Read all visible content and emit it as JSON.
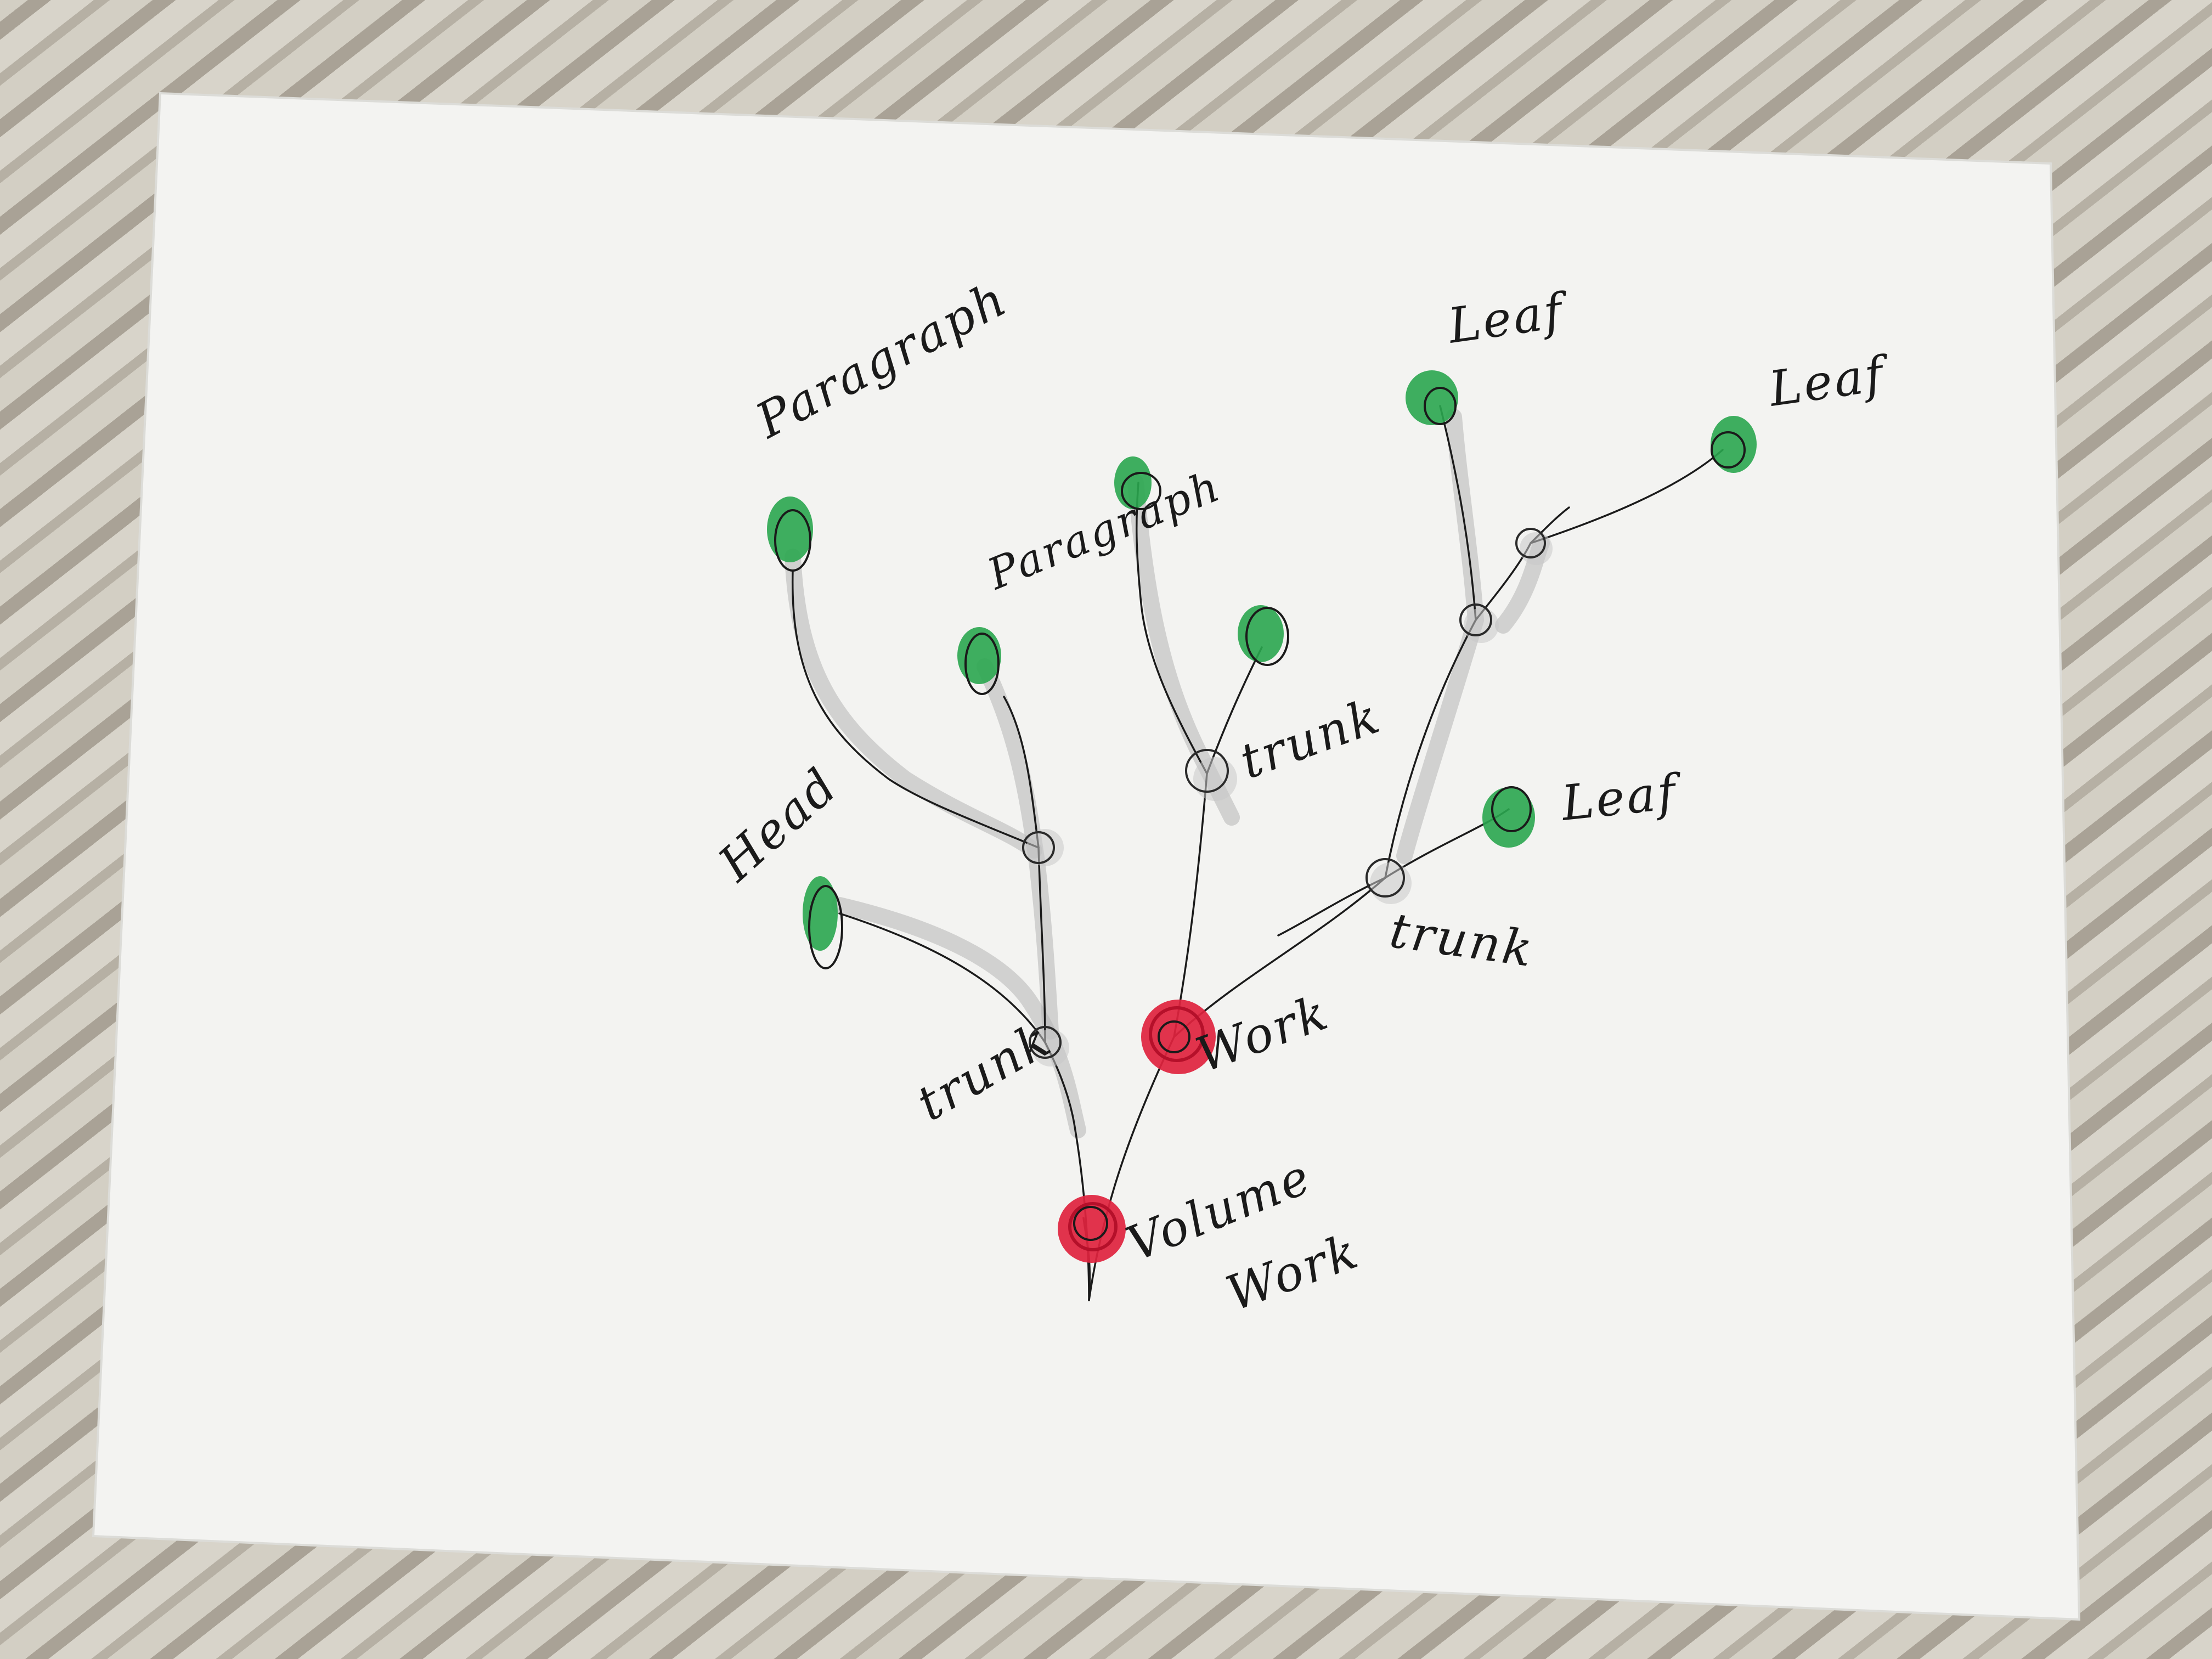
{
  "diagram": {
    "root": {
      "label_line1": "Volume",
      "label_line2": "Work"
    },
    "work": {
      "label": "Work"
    },
    "trunks": [
      {
        "label": "trunk"
      },
      {
        "label": "trunk"
      },
      {
        "label": "trunk"
      }
    ],
    "leaves": [
      {
        "label": "Paragraph"
      },
      {
        "label": "Paragraph"
      },
      {
        "label": "Head"
      },
      {
        "label": "Leaf"
      },
      {
        "label": "Leaf"
      },
      {
        "label": "Leaf"
      }
    ],
    "colors": {
      "paper": "#f2f2f0",
      "leaf": "#2aa64f",
      "root": "#e0233e",
      "ink": "#1a1a1a"
    }
  }
}
